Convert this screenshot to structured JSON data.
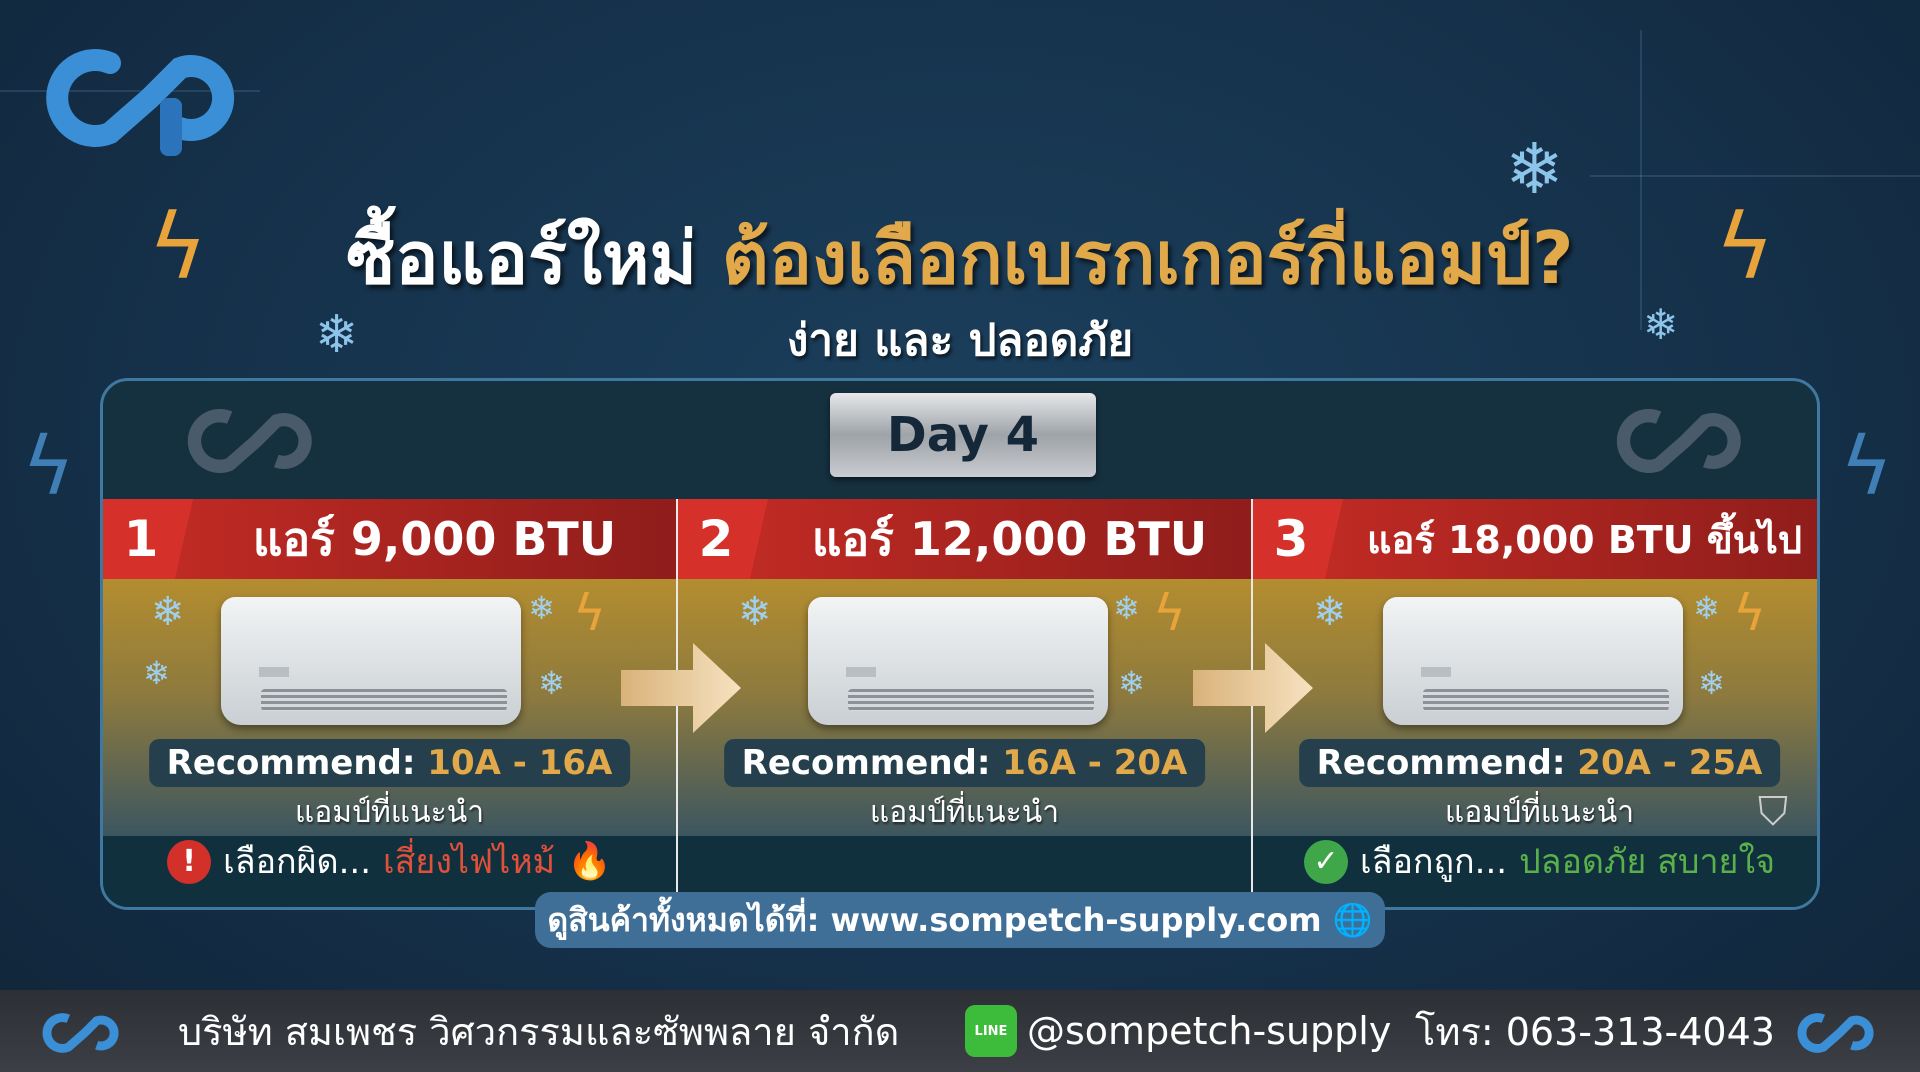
{
  "title": {
    "part1": "ซื้อแอร์ใหม่",
    "part2": "ต้องเลือกเบรกเกอร์กี่แอมป์?",
    "subtitle": "ง่าย และ ปลอดภัย"
  },
  "day_label": "Day 4",
  "columns": [
    {
      "number": "1",
      "title": "แอร์ 9,000 BTU",
      "recommend_label": "Recommend:",
      "recommend_value": "10A - 16A",
      "amp_label": "แอมป์ที่แนะนำ"
    },
    {
      "number": "2",
      "title": "แอร์ 12,000 BTU",
      "recommend_label": "Recommend:",
      "recommend_value": "16A - 20A",
      "amp_label": "แอมป์ที่แนะนำ"
    },
    {
      "number": "3",
      "title": "แอร์ 18,000 BTU ขึ้นไป",
      "recommend_label": "Recommend:",
      "recommend_value": "20A - 25A",
      "amp_label": "แอมป์ที่แนะนำ"
    }
  ],
  "warning": {
    "text": "เลือกผิด...",
    "highlight": "เสี่ยงไฟไหม้",
    "color": "#e0503a"
  },
  "ok": {
    "text": "เลือกถูก...",
    "highlight": "ปลอดภัย สบายใจ",
    "color": "#5ab04a"
  },
  "url_bar": "ดูสินค้าทั้งหมดได้ที่: www.sompetch-supply.com",
  "footer": {
    "company": "บริษัท สมเพชร วิศวกรรมและซัพพลาย จำกัด",
    "line_badge": "LINE",
    "line_id": "@sompetch-supply",
    "phone": "โทร: 063-313-4043"
  },
  "colors": {
    "accent_gold": "#e2a94a",
    "header_red": "#c62c25",
    "background": "#163750"
  }
}
